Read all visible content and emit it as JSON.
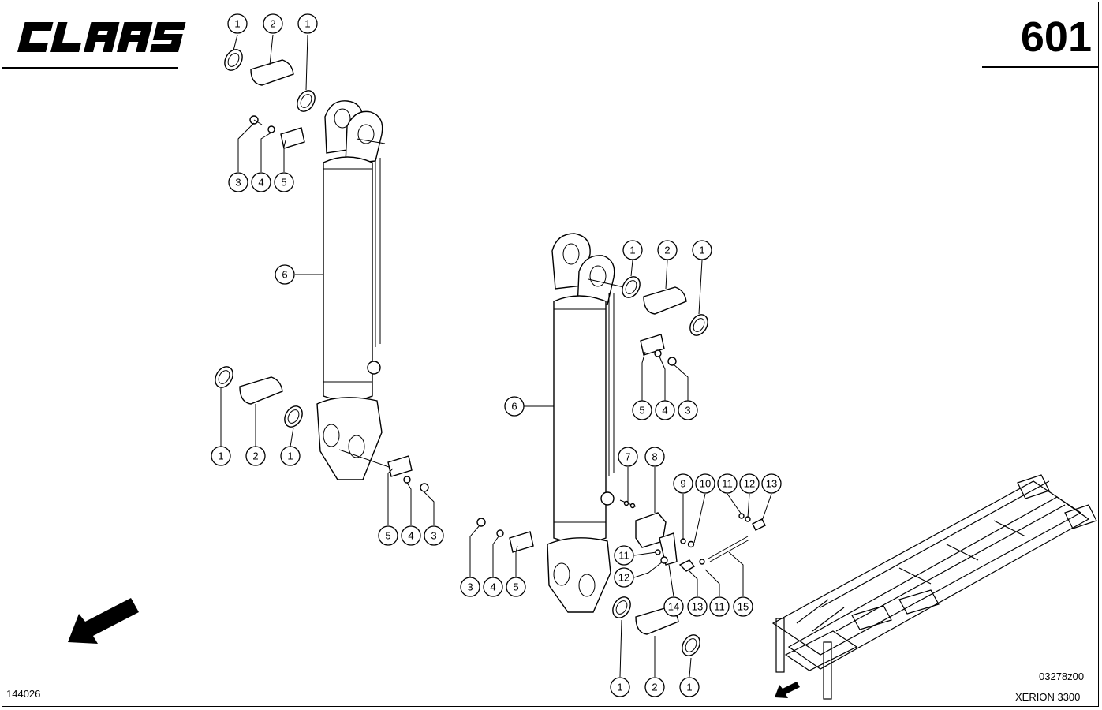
{
  "header": {
    "brand": "CLAAS",
    "page_number": "601"
  },
  "footer": {
    "drawing_number": "144026",
    "image_code": "03278z00",
    "model": "XERION 3300"
  },
  "callouts": {
    "c1": "1",
    "c2": "2",
    "c3": "3",
    "c4": "4",
    "c5": "5",
    "c6": "6",
    "c7": "7",
    "c8": "8",
    "c9": "9",
    "c10": "10",
    "c11": "11",
    "c12": "12",
    "c13": "13",
    "c14": "14",
    "c15": "15"
  },
  "icons": {
    "direction_arrow": "direction-arrow-icon",
    "brand_logo": "claas-logo"
  }
}
